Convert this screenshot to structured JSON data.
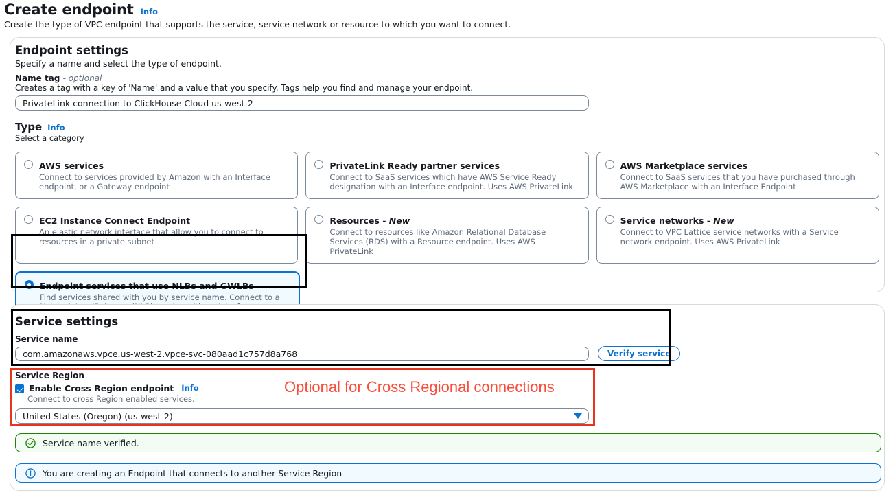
{
  "header": {
    "title": "Create endpoint",
    "info_label": "Info",
    "description": "Create the type of VPC endpoint that supports the service, service network or resource to which you want to connect."
  },
  "endpoint_settings": {
    "title": "Endpoint settings",
    "description": "Specify a name and select the type of endpoint.",
    "name_tag": {
      "label": "Name tag",
      "optional_suffix": "- optional",
      "hint": "Creates a tag with a key of 'Name' and a value that you specify. Tags help you find and manage your endpoint.",
      "value": "PrivateLink connection to ClickHouse Cloud us-west-2"
    },
    "type": {
      "heading": "Type",
      "info_label": "Info",
      "description": "Select a category",
      "options": [
        {
          "id": "aws-services",
          "title": "AWS services",
          "description": "Connect to services provided by Amazon with an Interface endpoint, or a Gateway endpoint",
          "selected": false
        },
        {
          "id": "privatelink-ready-partner-services",
          "title": "PrivateLink Ready partner services",
          "description": "Connect to SaaS services which have AWS Service Ready designation with an Interface endpoint. Uses AWS PrivateLink",
          "selected": false
        },
        {
          "id": "aws-marketplace-services",
          "title": "AWS Marketplace services",
          "description": "Connect to SaaS services that you have purchased through AWS Marketplace with an Interface Endpoint",
          "selected": false
        },
        {
          "id": "ec2-instance-connect-endpoint",
          "title": "EC2 Instance Connect Endpoint",
          "description": "An elastic network interface that allow you to connect to resources in a private subnet",
          "selected": false
        },
        {
          "id": "resources",
          "title": "Resources - ",
          "title_new": "New",
          "description": "Connect to resources like Amazon Relational Database Services (RDS) with a Resource endpoint. Uses AWS PrivateLink",
          "selected": false
        },
        {
          "id": "service-networks",
          "title": "Service networks - ",
          "title_new": "New",
          "description": "Connect to VPC Lattice service networks with a Service network endpoint. Uses AWS PrivateLink",
          "selected": false
        },
        {
          "id": "endpoint-services-nlb-gwlb",
          "title": "Endpoint services that use NLBs and GWLBs",
          "description": "Find services shared with you by service name. Connect to a Network LoadBalancer (NLB) service with an Interface endpoint or to a Gateway LoadBalancer (GWLB) service with a Gateway Load Balancer endpoint",
          "selected": true
        }
      ]
    }
  },
  "service_settings": {
    "title": "Service settings",
    "service_name": {
      "label": "Service name",
      "value": "com.amazonaws.vpce.us-west-2.vpce-svc-080aad1c757d8a768"
    },
    "verify_button": "Verify service",
    "service_region": {
      "label": "Service Region",
      "checkbox_label": "Enable Cross Region endpoint",
      "checkbox_info": "Info",
      "checkbox_checked": true,
      "hint": "Connect to cross Region enabled services.",
      "selected_region": "United States (Oregon) (us-west-2)"
    }
  },
  "alerts": [
    {
      "type": "success",
      "icon": "check-circle-icon",
      "text": "Service name verified.",
      "color": "#1d8102"
    },
    {
      "type": "info",
      "icon": "info-circle-icon",
      "text": "You are creating an Endpoint that connects to another Service Region",
      "color": "#0972d3"
    }
  ],
  "annotations": {
    "cross_region_note": "Optional for Cross Regional connections",
    "highlight_color_black": "#000000",
    "highlight_color_red": "#e8341c",
    "note_text_color": "#fb4b3a"
  }
}
